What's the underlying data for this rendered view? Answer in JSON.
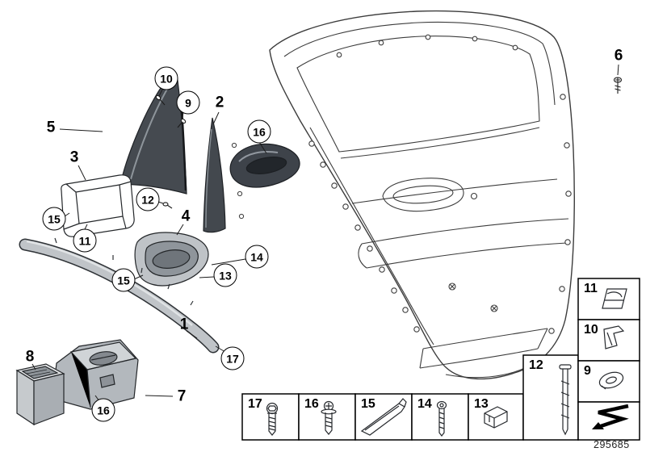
{
  "figure": {
    "number": "295685"
  },
  "callouts": {
    "c1": "1",
    "c2": "2",
    "c3": "3",
    "c4": "4",
    "c5": "5",
    "c6": "6",
    "c7": "7",
    "c8": "8",
    "c9": "9",
    "c10": "10",
    "c11": "11",
    "c12": "12",
    "c13": "13",
    "c14": "14",
    "c15": "15",
    "c16": "16",
    "c17": "17"
  },
  "legend": {
    "right_column": [
      {
        "label": "11",
        "icon": "spring-clip-icon"
      },
      {
        "label": "10",
        "icon": "snap-clip-icon"
      },
      {
        "label": "9",
        "icon": "grommet-icon"
      }
    ],
    "pin_cell": {
      "label": "12",
      "icon": "expansion-rivet-icon"
    },
    "bottom_row": [
      {
        "label": "17",
        "icon": "torx-screw-icon"
      },
      {
        "label": "16",
        "icon": "flange-screw-icon"
      },
      {
        "label": "15",
        "icon": "bracket-rail-icon"
      },
      {
        "label": "14",
        "icon": "pan-head-screw-icon"
      },
      {
        "label": "13",
        "icon": "sheet-metal-clip-icon"
      }
    ],
    "direction_cell": {
      "icon": "direction-arrow-icon"
    }
  }
}
